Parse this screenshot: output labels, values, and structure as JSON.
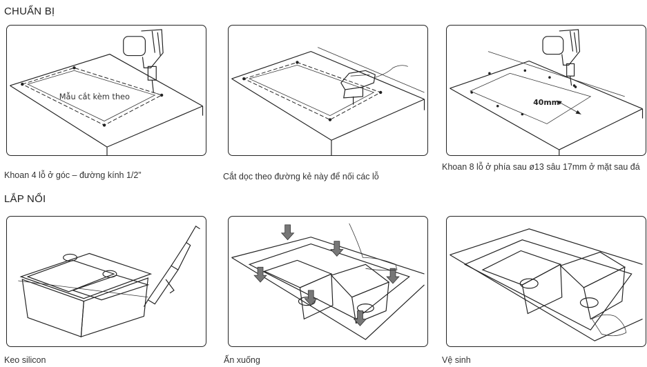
{
  "sections": [
    {
      "title": "CHUẨN BỊ",
      "steps": [
        {
          "caption": "Khoan 4 lỗ ở góc – đường kính 1/2”",
          "figure_label": "Mẫu cắt kèm theo"
        },
        {
          "caption": "Cắt dọc theo đường kẻ này để nối các lỗ"
        },
        {
          "caption": "Khoan 8 lỗ ở phía sau ø13 sâu 17mm ở mặt sau đá",
          "figure_label": "40mm"
        }
      ]
    },
    {
      "title": "LẮP NỔI",
      "steps": [
        {
          "caption": "Keo silicon"
        },
        {
          "caption": "Ấn xuống"
        },
        {
          "caption": "Vệ sinh"
        }
      ]
    }
  ]
}
